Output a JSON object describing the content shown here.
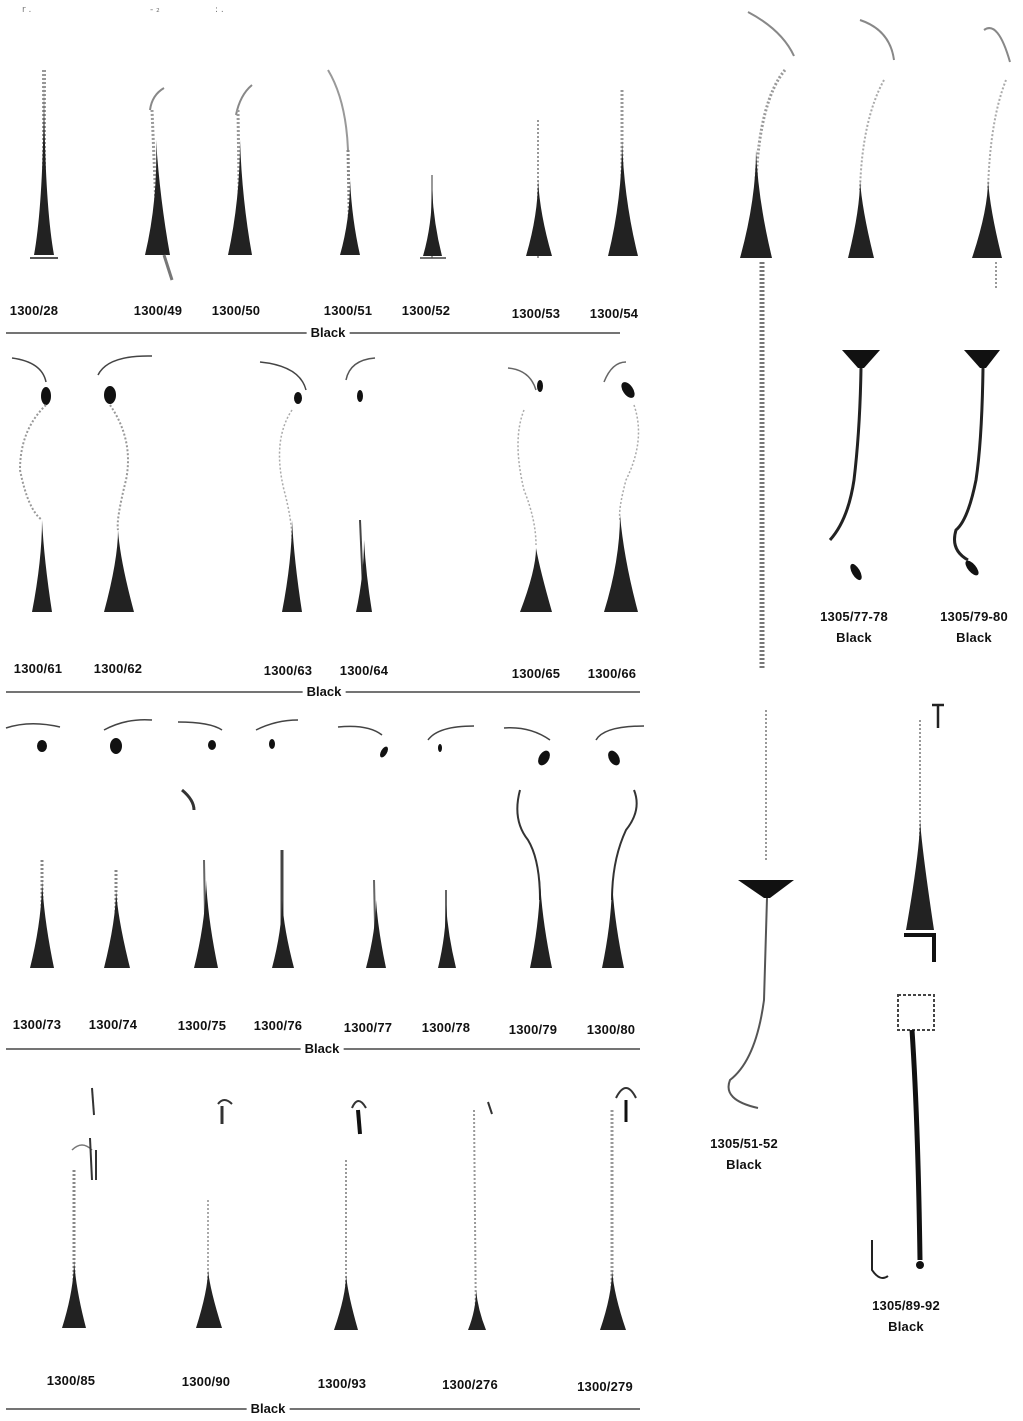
{
  "header_fragments": [
    "r .",
    "- ₂",
    ": ."
  ],
  "groups": [
    {
      "name": "straight-row",
      "group_label": "Black",
      "items": [
        {
          "code": "1300/28"
        },
        {
          "code": "1300/49"
        },
        {
          "code": "1300/50"
        },
        {
          "code": "1300/51"
        },
        {
          "code": "1300/52"
        },
        {
          "code": "1300/53"
        },
        {
          "code": "1300/54"
        }
      ]
    },
    {
      "name": "curved-row",
      "group_label": "Black",
      "items": [
        {
          "code": "1300/61"
        },
        {
          "code": "1300/62"
        },
        {
          "code": "1300/63"
        },
        {
          "code": "1300/64"
        },
        {
          "code": "1300/65"
        },
        {
          "code": "1300/66"
        }
      ]
    },
    {
      "name": "hook-row",
      "group_label": "Black",
      "items": [
        {
          "code": "1300/73"
        },
        {
          "code": "1300/74"
        },
        {
          "code": "1300/75"
        },
        {
          "code": "1300/76"
        },
        {
          "code": "1300/77"
        },
        {
          "code": "1300/78"
        },
        {
          "code": "1300/79"
        },
        {
          "code": "1300/80"
        }
      ]
    },
    {
      "name": "spoon-row",
      "group_label": "Black",
      "items": [
        {
          "code": "1300/85"
        },
        {
          "code": "1300/90"
        },
        {
          "code": "1300/93"
        },
        {
          "code": "1300/276"
        },
        {
          "code": "1300/279"
        }
      ]
    }
  ],
  "right_panel": [
    {
      "code": "1305/77-78",
      "color": "Black"
    },
    {
      "code": "1305/79-80",
      "color": "Black"
    },
    {
      "code": "1305/51-52",
      "color": "Black"
    },
    {
      "code": "1305/89-92",
      "color": "Black"
    }
  ],
  "colors": {
    "ink": "#111111",
    "stipple": "#7a7a7a",
    "paper": "#ffffff"
  }
}
